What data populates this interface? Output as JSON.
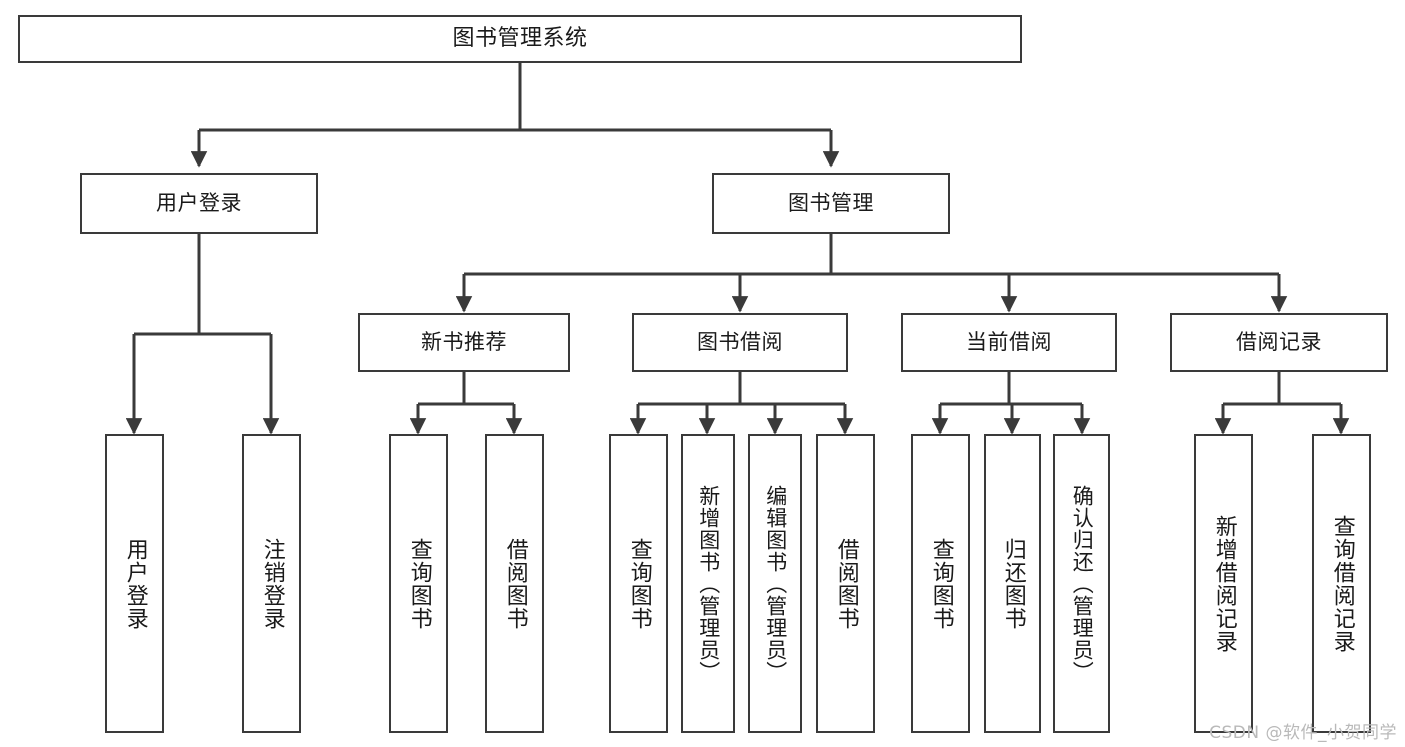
{
  "diagram": {
    "title": "图书管理系统",
    "type": "function-structure-tree",
    "root": {
      "label": "图书管理系统"
    },
    "level1": [
      {
        "label": "用户登录"
      },
      {
        "label": "图书管理"
      }
    ],
    "level2": [
      {
        "label": "新书推荐"
      },
      {
        "label": "图书借阅"
      },
      {
        "label": "当前借阅"
      },
      {
        "label": "借阅记录"
      }
    ],
    "leaves": {
      "user_login": [
        {
          "label": "用户登录"
        },
        {
          "label": "注销登录"
        }
      ],
      "new_book_recommend": [
        {
          "label": "查询图书"
        },
        {
          "label": "借阅图书"
        }
      ],
      "book_borrow": [
        {
          "label": "查询图书"
        },
        {
          "label": "新增图书（管理员）"
        },
        {
          "label": "编辑图书（管理员）"
        },
        {
          "label": "借阅图书"
        }
      ],
      "current_borrow": [
        {
          "label": "查询图书"
        },
        {
          "label": "归还图书"
        },
        {
          "label": "确认归还（管理员）"
        }
      ],
      "borrow_record": [
        {
          "label": "新增借阅记录"
        },
        {
          "label": "查询借阅记录"
        }
      ]
    }
  },
  "watermark": {
    "text": "CSDN @软件_小贺同学"
  },
  "colors": {
    "stroke": "#3a3a3a",
    "box_fill": "#ffffff",
    "text": "#1a1a1a",
    "watermark": "#b9b9b9"
  }
}
